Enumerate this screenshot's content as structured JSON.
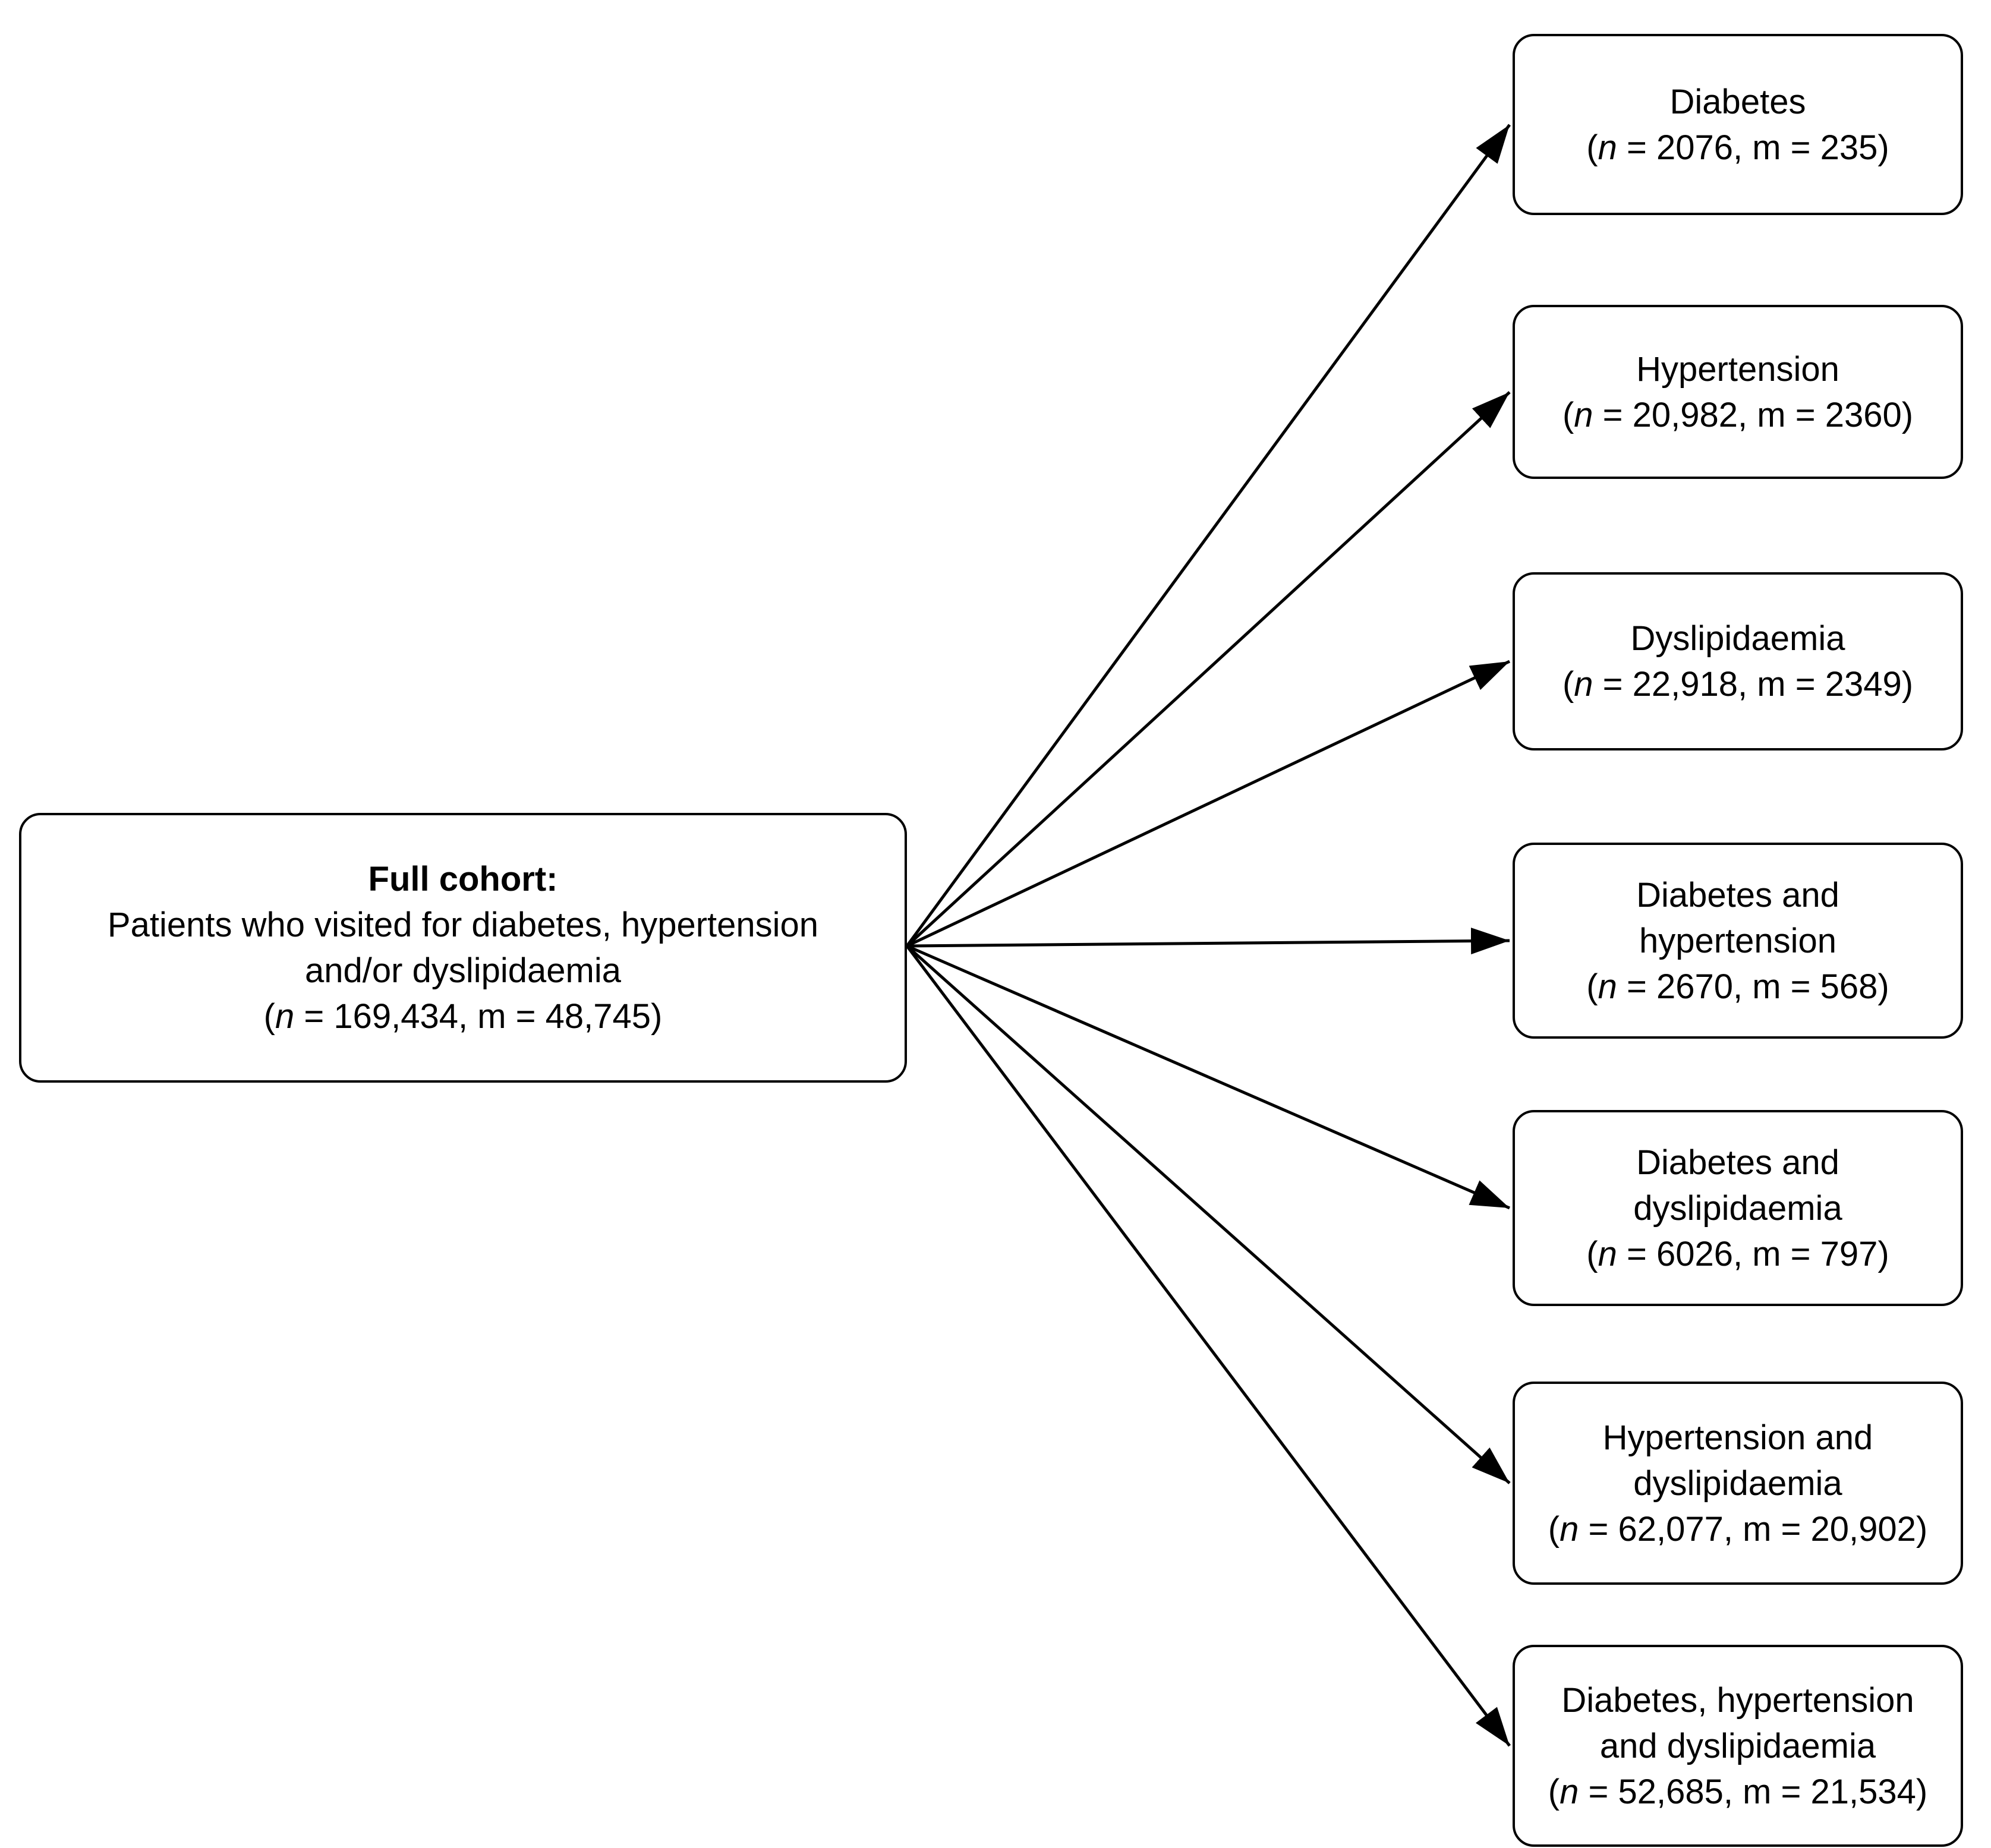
{
  "full_cohort": {
    "title": "Full cohort:",
    "description": "Patients who visited for diabetes, hypertension\nand/or dyslipidaemia",
    "stats": "(n = 169,434, m = 48,745)"
  },
  "branches": [
    {
      "title": "Diabetes",
      "stats": "(n = 2076, m = 235)"
    },
    {
      "title": "Hypertension",
      "stats": "(n = 20,982, m = 2360)"
    },
    {
      "title": "Dyslipidaemia",
      "stats": "(n = 22,918, m = 2349)"
    },
    {
      "title": "Diabetes and\nhypertension",
      "stats": "(n = 2670, m = 568)"
    },
    {
      "title": "Diabetes and\ndyslipidaemia",
      "stats": "(n = 6026, m = 797)"
    },
    {
      "title": "Hypertension and\ndyslipidaemia",
      "stats": "(n = 62,077, m = 20,902)"
    },
    {
      "title": "Diabetes, hypertension\nand dyslipidaemia",
      "stats": "(n = 52,685, m = 21,534)"
    }
  ],
  "colors": {
    "line": "#000000",
    "background": "#ffffff",
    "text": "#000000"
  }
}
